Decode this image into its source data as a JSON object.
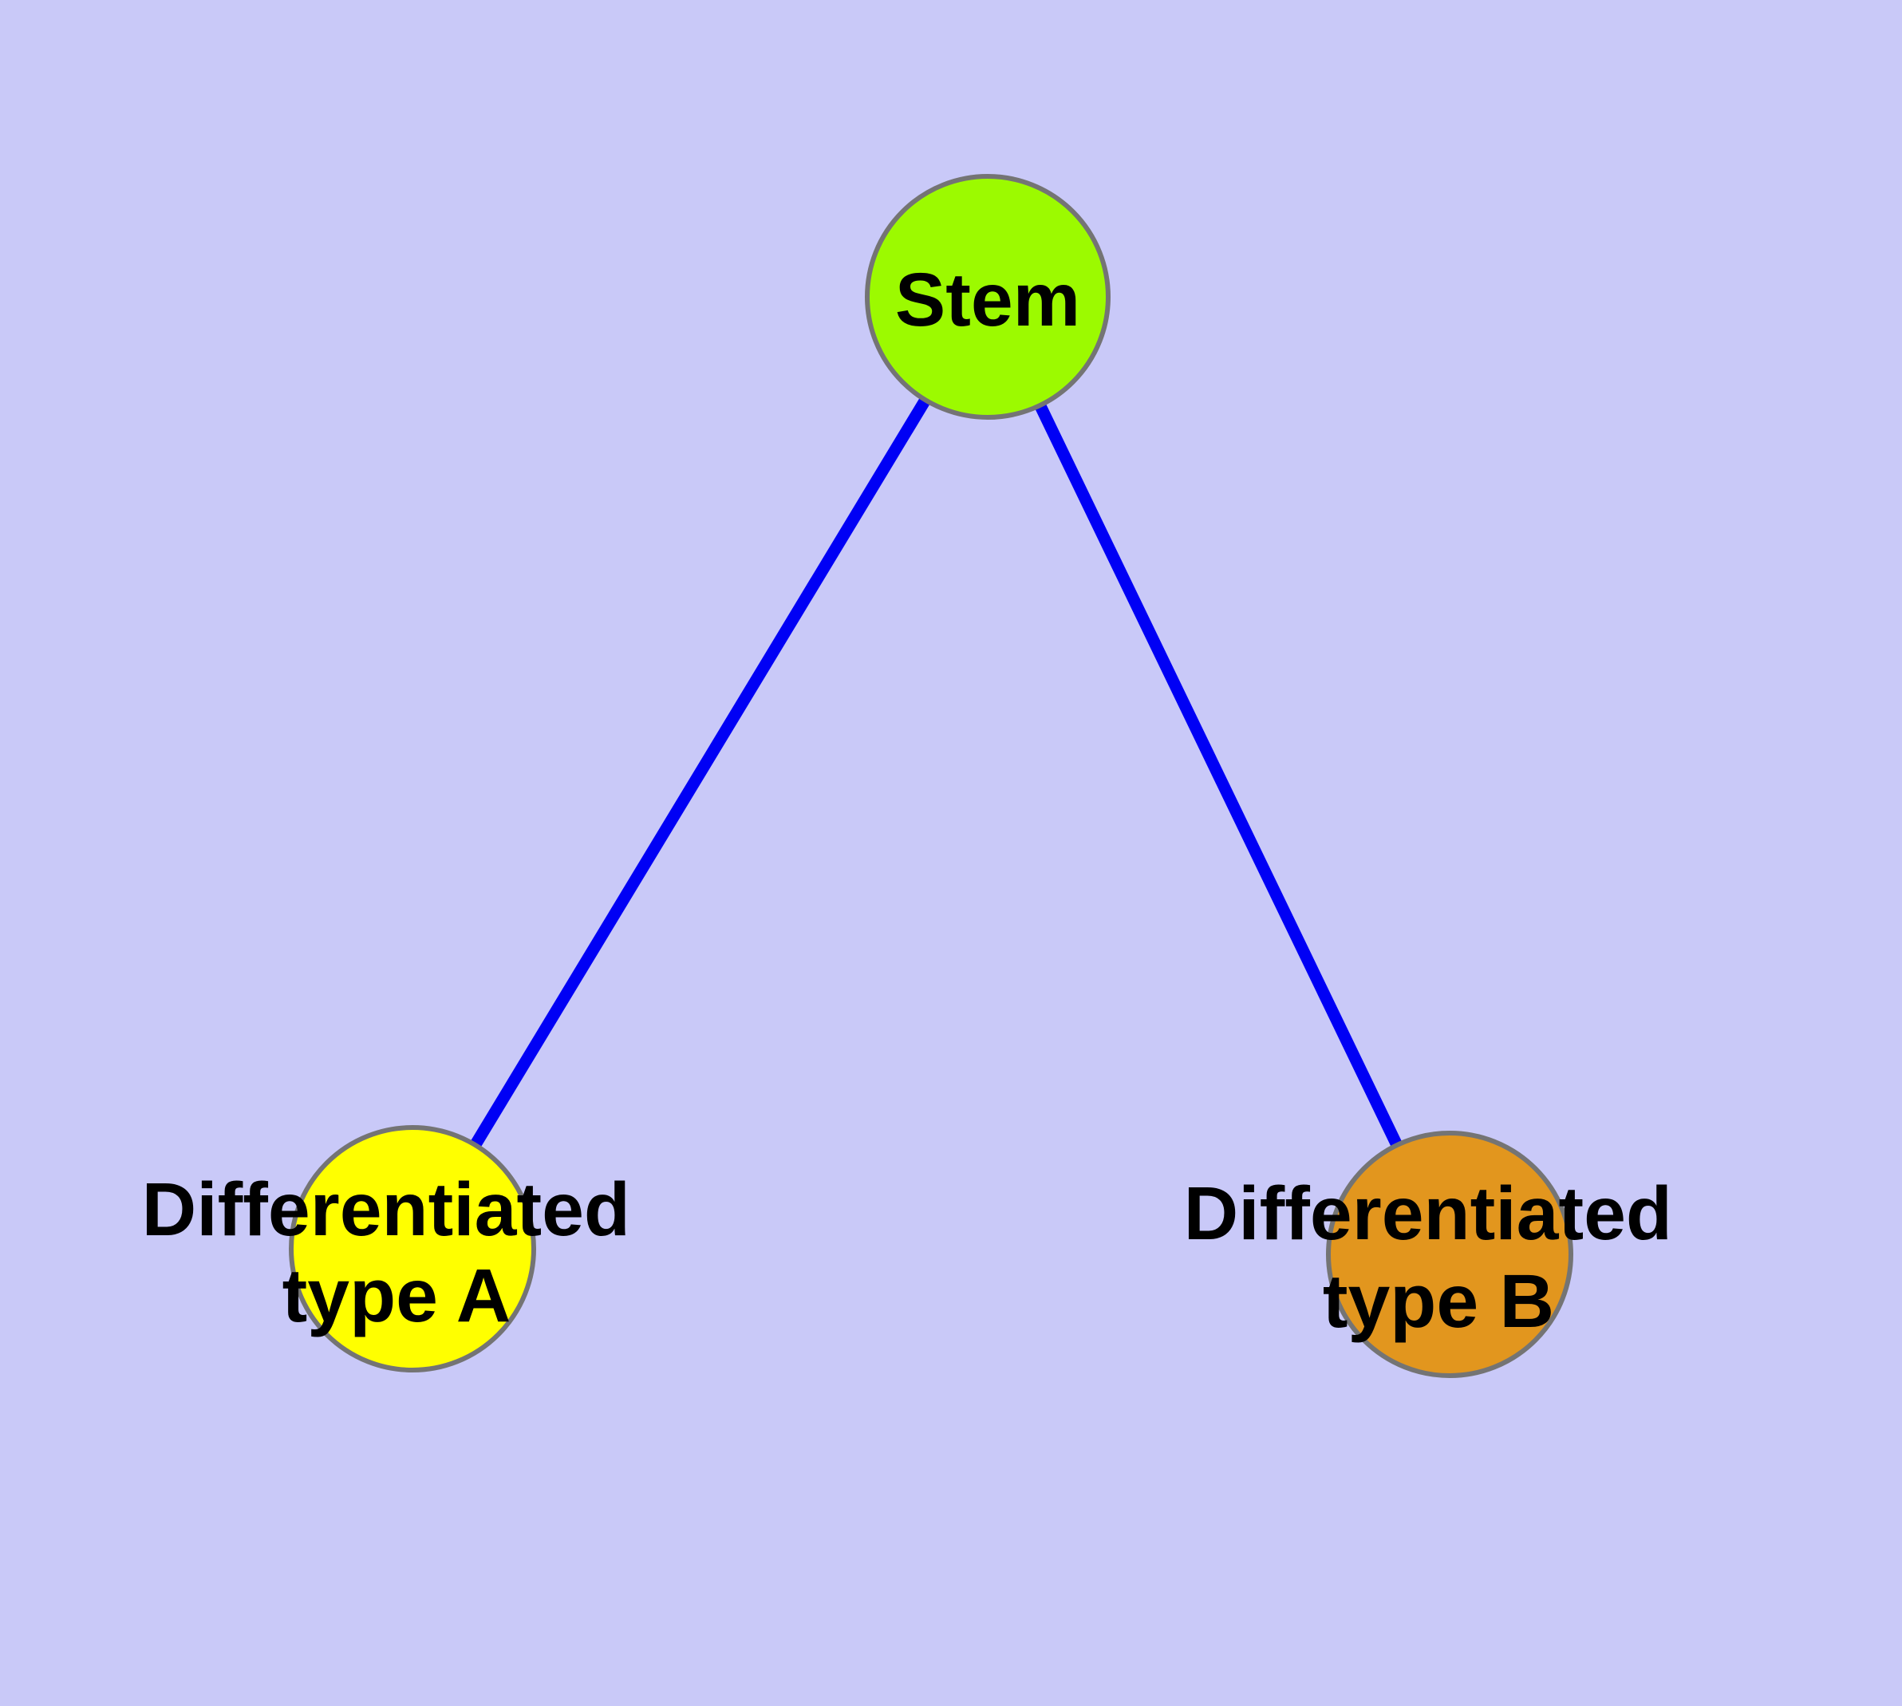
{
  "background_color": "#c9c9f8",
  "graph": {
    "text_color": "#000000",
    "node_border_color": "#747474",
    "nodes": [
      {
        "id": "stem",
        "label": "Stem",
        "fill": "#9cfa00"
      },
      {
        "id": "type_a",
        "label": "Differentiated type A",
        "line1": "Differentiated",
        "line2": "type A",
        "fill": "#ffff00"
      },
      {
        "id": "type_b",
        "label": "Differentiated type B",
        "line1": "Differentiated",
        "line2": "type B",
        "fill": "#e2961e"
      }
    ],
    "edges": [
      {
        "from": "Stem",
        "to": "Differentiated type A",
        "color": "#0000f5"
      },
      {
        "from": "Stem",
        "to": "Differentiated type B",
        "color": "#0000f5"
      }
    ]
  }
}
